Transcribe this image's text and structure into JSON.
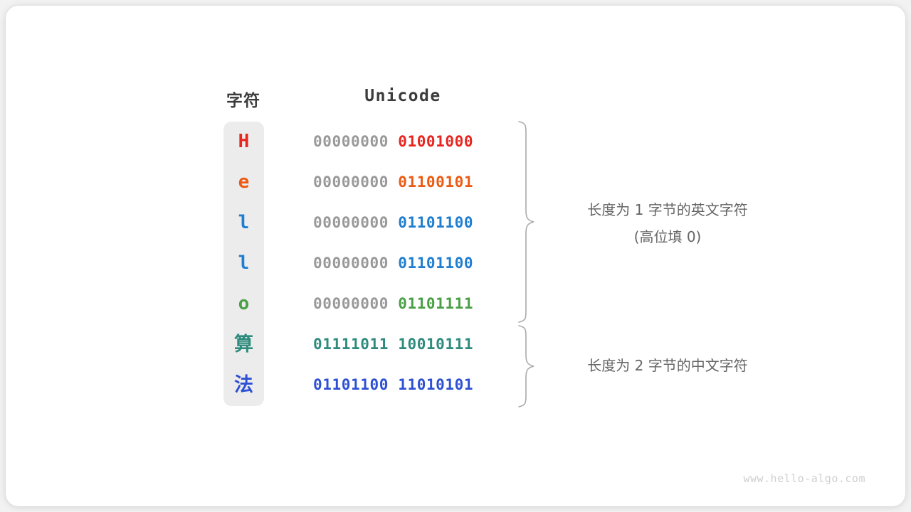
{
  "watermark": "www.hello-algo.com",
  "headers": {
    "character": "字符",
    "unicode": "Unicode"
  },
  "rows": [
    {
      "char": "H",
      "color": "#e8251f",
      "high_byte": "00000000",
      "low_byte": "01001000",
      "cjk": false
    },
    {
      "char": "e",
      "color": "#ec5a13",
      "high_byte": "00000000",
      "low_byte": "01100101",
      "cjk": false
    },
    {
      "char": "l",
      "color": "#1f7ed0",
      "high_byte": "00000000",
      "low_byte": "01101100",
      "cjk": false
    },
    {
      "char": "l",
      "color": "#1f7ed0",
      "high_byte": "00000000",
      "low_byte": "01101100",
      "cjk": false
    },
    {
      "char": "o",
      "color": "#4a9f46",
      "high_byte": "00000000",
      "low_byte": "01101111",
      "cjk": false
    },
    {
      "char": "算",
      "color": "#2e8b7d",
      "high_byte": "01111011",
      "low_byte": "10010111",
      "cjk": true
    },
    {
      "char": "法",
      "color": "#2e50d4",
      "high_byte": "01101100",
      "low_byte": "11010101",
      "cjk": true
    }
  ],
  "annotations": [
    {
      "main": "长度为 1 字节的英文字符",
      "sub": "(高位填 0)"
    },
    {
      "main": "长度为 2 字节的中文字符",
      "sub": ""
    }
  ],
  "colors": {
    "panel_background": "#ececec",
    "high_byte_gray": "#999999",
    "header_text": "#3c3c3c",
    "annotation_text": "#666666",
    "brace_stroke": "#aaaaaa",
    "card_background": "#ffffff",
    "page_background": "#f2f2f2"
  }
}
